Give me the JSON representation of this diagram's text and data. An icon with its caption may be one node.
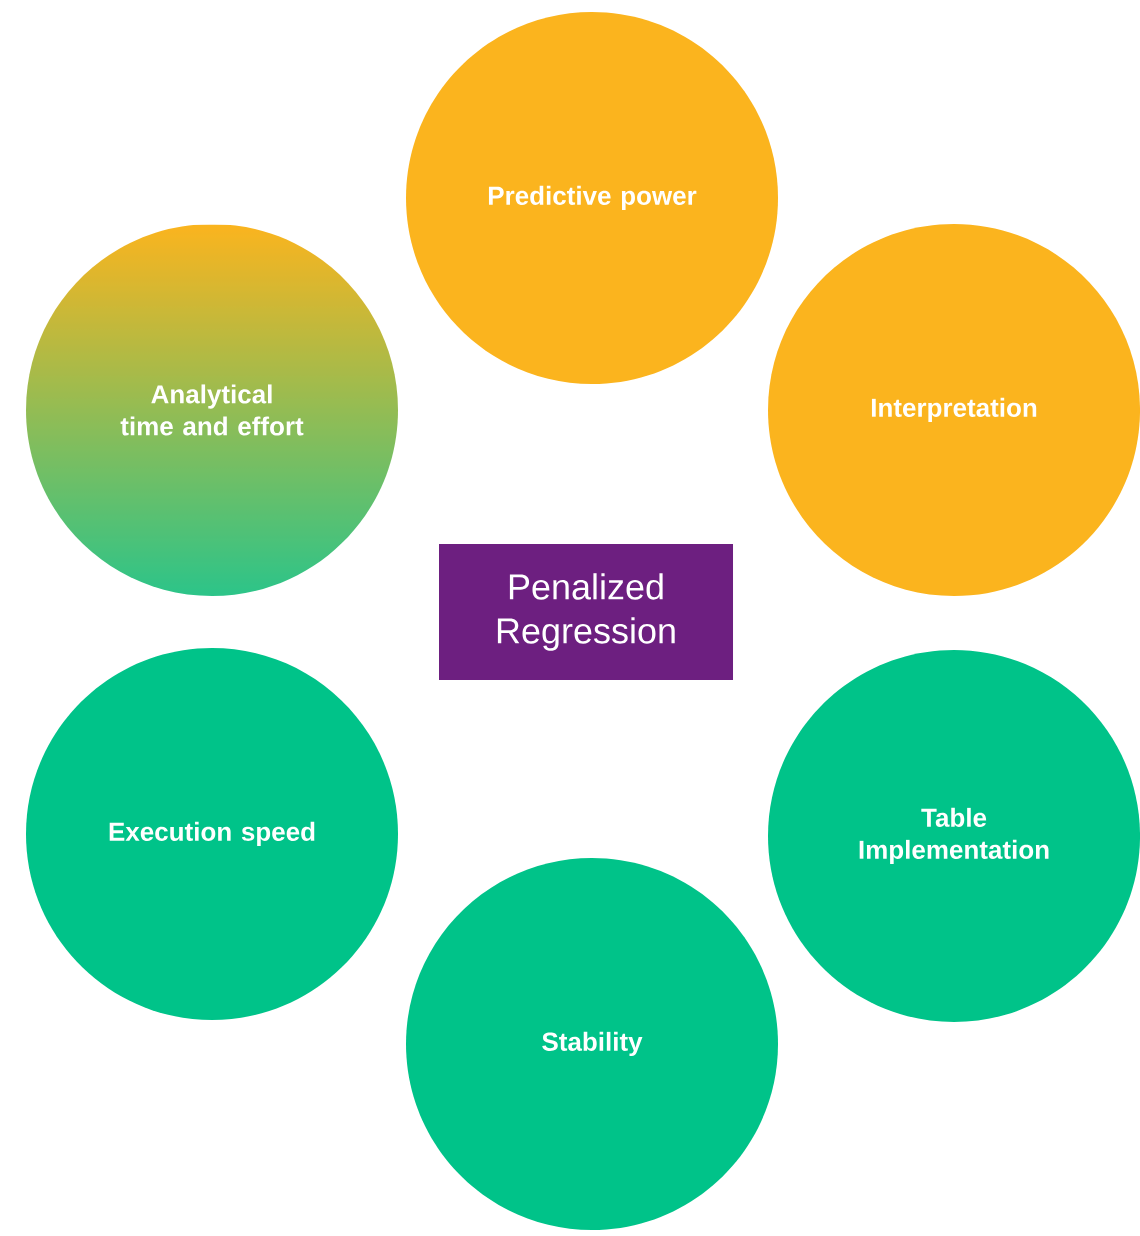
{
  "diagram": {
    "nodes": [
      {
        "text": [
          "Predictive power"
        ]
      },
      {
        "text": [
          "Interpretation"
        ]
      },
      {
        "text": [
          "Table Implementation"
        ]
      },
      {
        "text": [
          "Stability"
        ]
      },
      {
        "text": [
          "Execution speed"
        ]
      },
      {
        "text": [
          "Analytical time and effort"
        ]
      },
      {
        "text": [
          "Penalized Regression"
        ]
      }
    ]
  }
}
